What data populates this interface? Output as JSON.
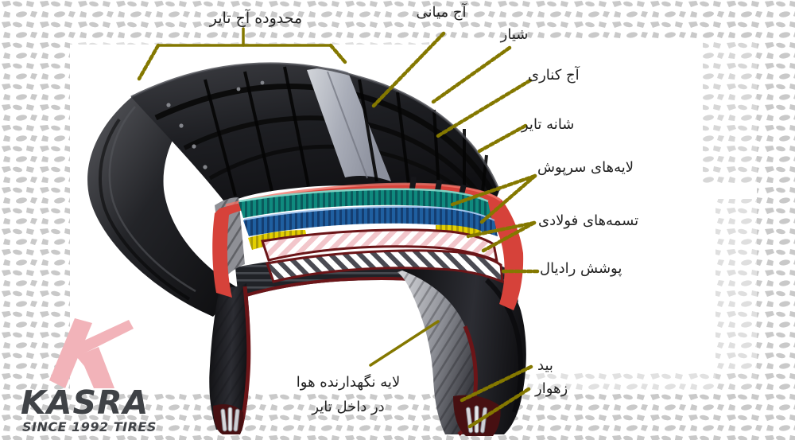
{
  "diagram": {
    "labels": {
      "tread_range": "محدوده آج تایر",
      "center_tread": "آج میانی",
      "groove": "شیار",
      "side_tread": "آج کناری",
      "shoulder": "شانه تایر",
      "cap_plies": "لایه‌های سرپوش",
      "steel_belts": "تسمه‌های فولادی",
      "radial_casing": "پوشش رادیال",
      "bead": "بید",
      "rim_strip": "زهوار",
      "air_layer_line1": "لایه نگهدارنده هوا",
      "air_layer_line2": "در داخل تایر"
    },
    "colors": {
      "leader": "#847800",
      "cap_red": "#d6423a",
      "cap_ply_teal": "#0f8a7e",
      "cap_ply_blue": "#1f5fa0",
      "belt_edge_yellow": "#e3cf00",
      "steel_belt_pink": "#f2c6cb",
      "steel_belt_white": "#ffffff",
      "liner_maroon": "#6b1518",
      "tire_black": "#1b1b1d",
      "track_texture_gray": "#c9c9c9"
    }
  },
  "logo": {
    "name": "KASRA",
    "tagline": "SINCE 1992 TIRES",
    "text_color": "#3f4246",
    "mark_color": "#f2b3b9"
  }
}
